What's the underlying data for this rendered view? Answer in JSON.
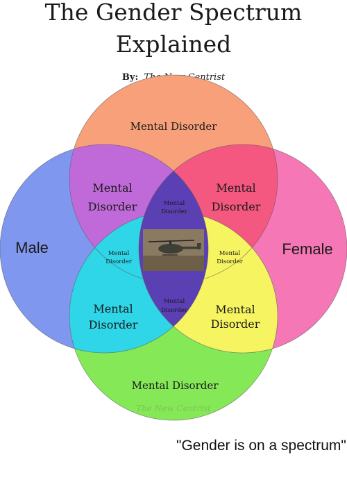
{
  "title": {
    "line1": "The Gender Spectrum",
    "line2": "Explained",
    "byline_prefix": "By:",
    "byline_author": "The New Centrist"
  },
  "regions": {
    "top": "Mental Disorder",
    "left": "Male",
    "right": "Female",
    "bottom": "Mental Disorder",
    "upper_left_overlap": [
      "Mental",
      "Disorder"
    ],
    "upper_right_overlap": [
      "Mental",
      "Disorder"
    ],
    "top_center_overlap": [
      "Mental",
      "Disorder"
    ],
    "mid_left_overlap": [
      "Mental",
      "Disorder"
    ],
    "mid_right_overlap": [
      "Mental",
      "Disorder"
    ],
    "lower_center_overlap": [
      "Mental",
      "Disorder"
    ],
    "lower_left_overlap": [
      "Mental",
      "Disorder"
    ],
    "lower_right_overlap": [
      "Mental",
      "Disorder"
    ]
  },
  "watermark": "The New Centrist",
  "caption": "\"Gender is on a spectrum\"",
  "colors": {
    "top_circle": "#f7a07a",
    "left_circle": "#7f97ee",
    "right_circle": "#f577b5",
    "bottom_circle": "#85e857",
    "upper_left": "#c06ad9",
    "upper_right": "#f4577f",
    "lower_left": "#2fd6e8",
    "lower_right": "#f6f561",
    "center": "#5b3fb4"
  },
  "center_image": "helicopter"
}
